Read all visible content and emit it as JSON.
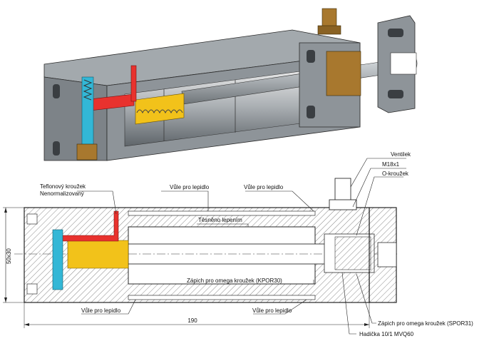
{
  "labels": {
    "teflon": "Teflonový kroužek",
    "normalized": "Nenormalizovaný",
    "gap_top_left": "Vůle pro lepidlo",
    "gap_top_right": "Vůle pro lepidlo",
    "sealed": "Těsněno lepením",
    "valve": "Ventilek",
    "thread": "M18x1",
    "oring": "O-kroužek",
    "pin_kpor": "Zápich pro omega kroužek (KPOR30)",
    "gap_bottom_left": "Vůle pro lepidlo",
    "gap_bottom_right": "Vůle pro lepidlo",
    "pin_spor": "Zápich pro omega kroužek (SPOR31)",
    "hose": "Hadička 10/1 MVQ60",
    "dim_length": "190",
    "dim_height": "50x30"
  },
  "colors": {
    "body_gray": "#8e9499",
    "body_dark": "#5f656a",
    "rod": "#b9bec2",
    "red_channel": "#e8322e",
    "cyan_channel": "#33b7d6",
    "yellow_piston": "#f2c21a",
    "brass": "#a8782e"
  }
}
